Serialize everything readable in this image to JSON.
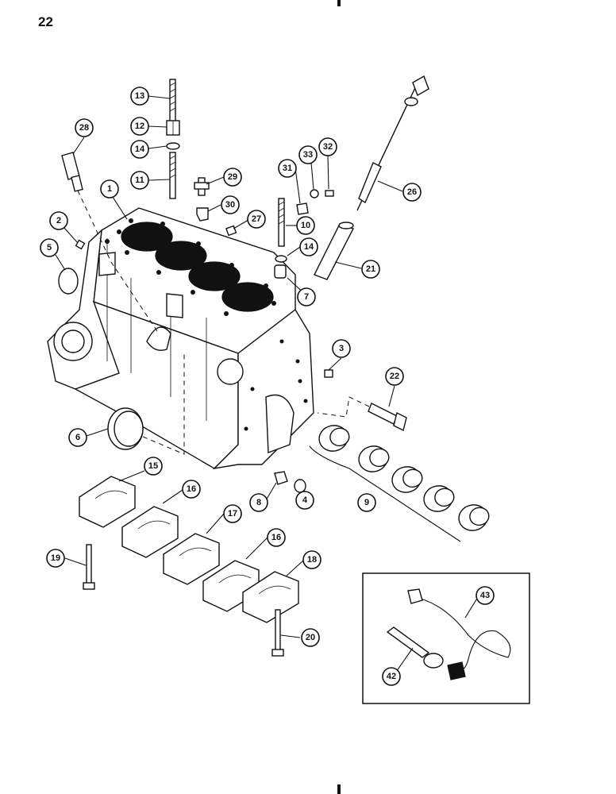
{
  "page": {
    "number": "22"
  },
  "callouts": [
    {
      "id": "c1",
      "label": "1"
    },
    {
      "id": "c2",
      "label": "2"
    },
    {
      "id": "c3",
      "label": "3"
    },
    {
      "id": "c4",
      "label": "4"
    },
    {
      "id": "c5",
      "label": "5"
    },
    {
      "id": "c6",
      "label": "6"
    },
    {
      "id": "c7",
      "label": "7"
    },
    {
      "id": "c8",
      "label": "8"
    },
    {
      "id": "c9",
      "label": "9"
    },
    {
      "id": "c10",
      "label": "10"
    },
    {
      "id": "c11",
      "label": "11"
    },
    {
      "id": "c12",
      "label": "12"
    },
    {
      "id": "c13",
      "label": "13"
    },
    {
      "id": "c14a",
      "label": "14"
    },
    {
      "id": "c14b",
      "label": "14"
    },
    {
      "id": "c15",
      "label": "15"
    },
    {
      "id": "c16a",
      "label": "16"
    },
    {
      "id": "c16b",
      "label": "16"
    },
    {
      "id": "c17",
      "label": "17"
    },
    {
      "id": "c18",
      "label": "18"
    },
    {
      "id": "c19",
      "label": "19"
    },
    {
      "id": "c20",
      "label": "20"
    },
    {
      "id": "c21",
      "label": "21"
    },
    {
      "id": "c22",
      "label": "22"
    },
    {
      "id": "c26",
      "label": "26"
    },
    {
      "id": "c27",
      "label": "27"
    },
    {
      "id": "c28",
      "label": "28"
    },
    {
      "id": "c29",
      "label": "29"
    },
    {
      "id": "c30",
      "label": "30"
    },
    {
      "id": "c31",
      "label": "31"
    },
    {
      "id": "c32",
      "label": "32"
    },
    {
      "id": "c33",
      "label": "33"
    },
    {
      "id": "c42",
      "label": "42"
    },
    {
      "id": "c43",
      "label": "43"
    }
  ]
}
